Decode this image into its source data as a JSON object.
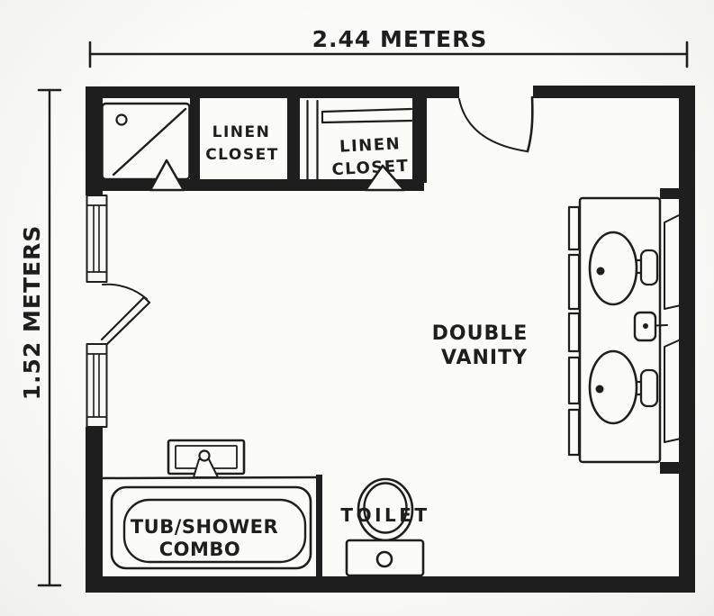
{
  "dimensions": {
    "width": "2.44 METERS",
    "height": "1.52 METERS"
  },
  "labels": {
    "linen_closet_1": {
      "line1": "LINEN",
      "line2": "CLOSET"
    },
    "linen_closet_2": {
      "line1": "LINEN",
      "line2": "CLOSET"
    },
    "double_vanity": {
      "line1": "DOUBLE",
      "line2": "VANITY"
    },
    "tub_shower_combo": {
      "line1": "TUB/SHOWER",
      "line2": "COMBO"
    },
    "toilet": {
      "label": "TOILET"
    }
  },
  "fixtures": [
    "shower-stall",
    "linen-closet-1",
    "linen-closet-2",
    "entry-door",
    "side-door",
    "window-upper",
    "window-lower",
    "double-vanity-sinks",
    "tub-shower-combo",
    "toilet"
  ],
  "colors": {
    "ink": "#1e1e1e",
    "paper": "#f5f5f2",
    "floor": "#fbfbf8"
  }
}
